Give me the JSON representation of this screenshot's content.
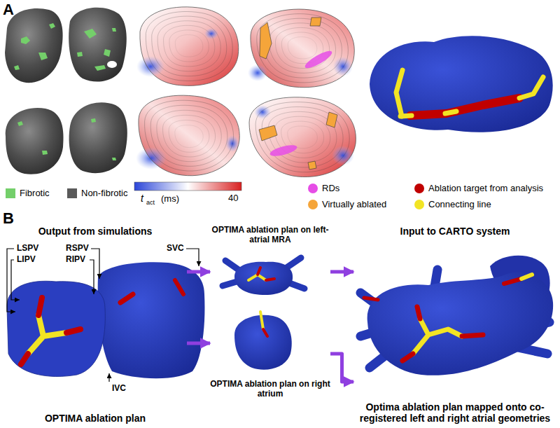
{
  "diagram": {
    "nodes": [
      {
        "text": [
          "Output from simulations",
          "OPTIMA ablation plan"
        ]
      },
      {
        "text": [
          "OPTIMA ablation plan on left-atrial MRA"
        ]
      },
      {
        "text": [
          "OPTIMA ablation plan on right atrium"
        ]
      },
      {
        "text": [
          "Input to CARTO system",
          "Optima ablation plan mapped onto co-registered left and right atrial geometries"
        ]
      }
    ],
    "edges": [
      {
        "from": 0,
        "to": 1,
        "arrow": "to"
      },
      {
        "from": 0,
        "to": 2,
        "arrow": "to"
      },
      {
        "from": 1,
        "to": 3,
        "arrow": "to"
      },
      {
        "from": 2,
        "to": 3,
        "arrow": "to"
      }
    ],
    "labels": [
      "A",
      "B",
      "t",
      "act",
      "(ms)",
      "40",
      "LSPV",
      "LIPV",
      "RSPV",
      "RIPV",
      "SVC",
      "IVC"
    ],
    "legend": [
      {
        "text": "Fibrotic",
        "color": "#74cf6a"
      },
      {
        "text": "Non-fibrotic",
        "color": "#5a5a5a"
      },
      {
        "text": "RDs",
        "color": "#e64de6"
      },
      {
        "text": "Virtually ablated",
        "color": "#f5a53a"
      },
      {
        "text": "Ablation target from analysis",
        "color": "#c00000"
      },
      {
        "text": "Connecting line",
        "color": "#f2e424"
      }
    ]
  }
}
